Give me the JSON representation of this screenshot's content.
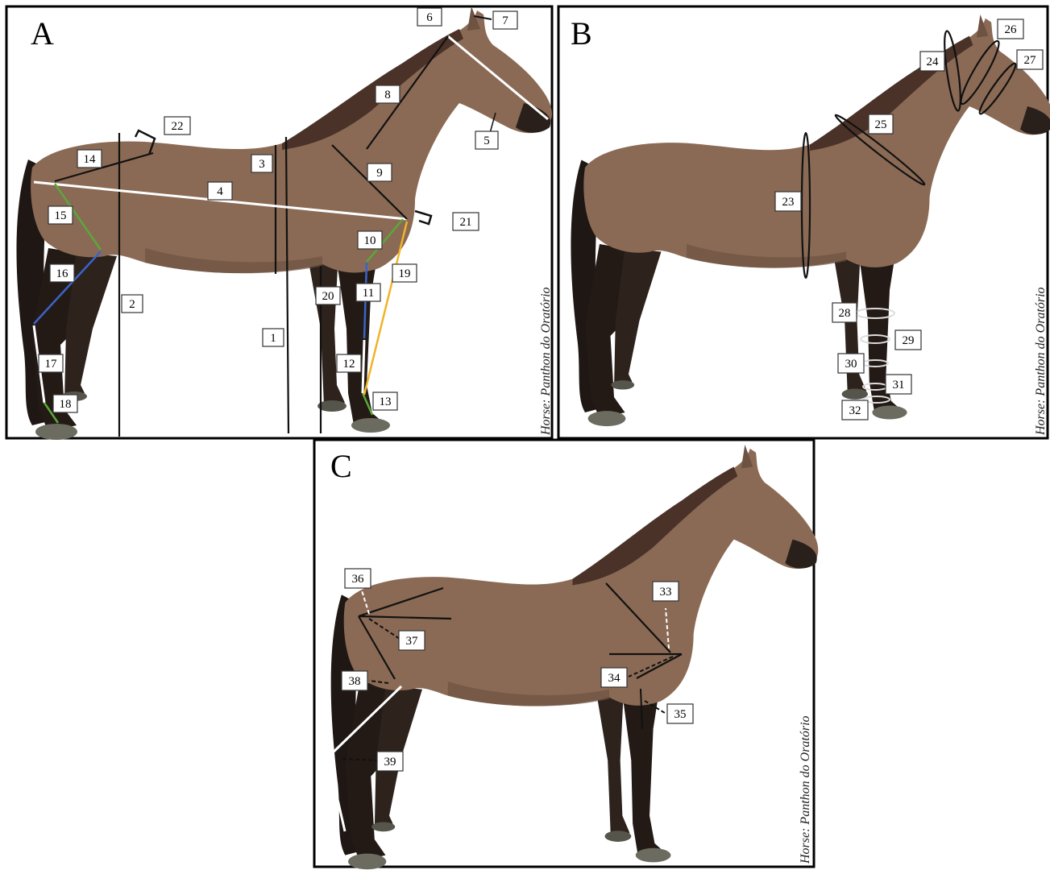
{
  "panels": [
    {
      "letter": "A",
      "credit": "Horse: Panthon do Oratório",
      "labels": [
        "1",
        "2",
        "3",
        "4",
        "5",
        "6",
        "7",
        "8",
        "9",
        "10",
        "11",
        "12",
        "13",
        "14",
        "15",
        "16",
        "17",
        "18",
        "19",
        "20",
        "21",
        "22"
      ]
    },
    {
      "letter": "B",
      "credit": "Horse: Panthon do Oratório",
      "labels": [
        "23",
        "24",
        "25",
        "26",
        "27",
        "28",
        "29",
        "30",
        "31",
        "32"
      ]
    },
    {
      "letter": "C",
      "credit": "Horse: Panthon do Oratório",
      "labels": [
        "33",
        "34",
        "35",
        "36",
        "37",
        "38",
        "39"
      ]
    }
  ],
  "colors": {
    "coat": "#8a6a55",
    "coat_dark": "#6e5242",
    "legs": "#231a16",
    "mane": "#1f1714",
    "hoof": "#6b6b60",
    "frame": "#000000",
    "white_line": "#ffffff",
    "green_line": "#5aa83a",
    "blue_line": "#3a64c8",
    "yellow_line": "#f0b428",
    "black_line": "#111111"
  }
}
